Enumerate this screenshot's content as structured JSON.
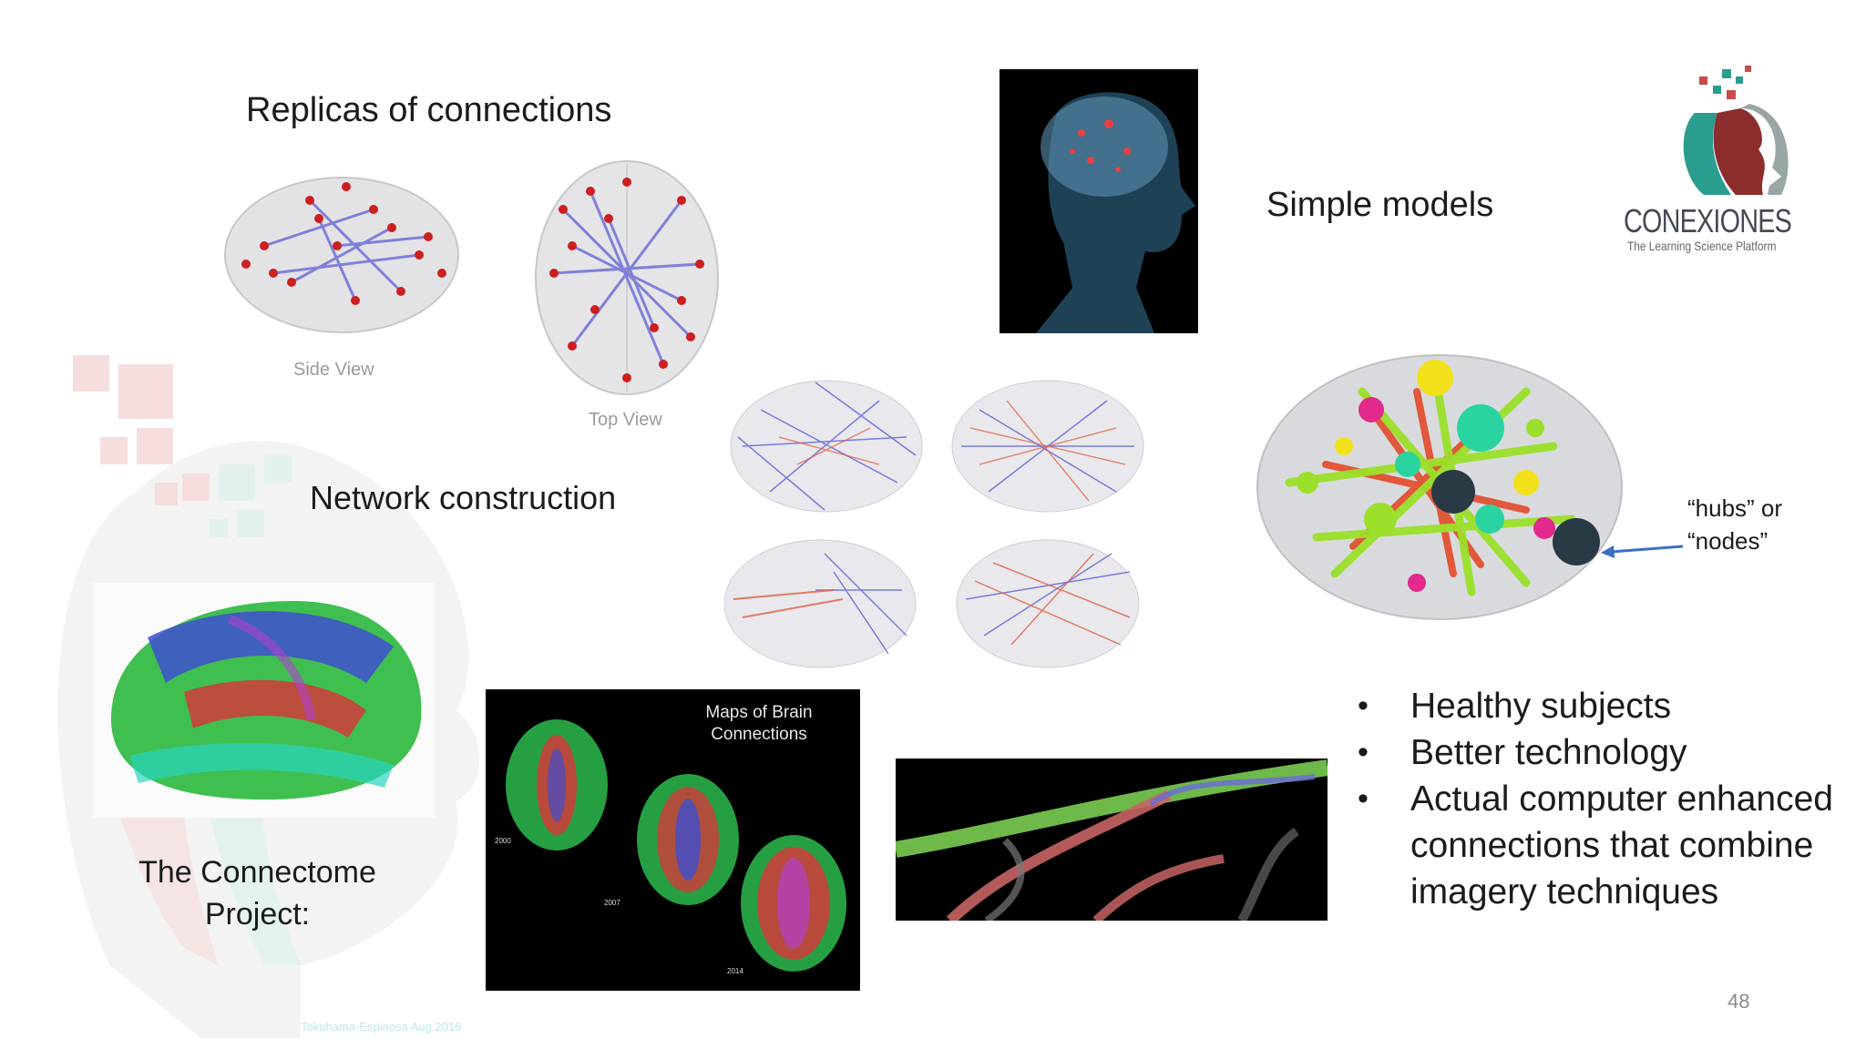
{
  "slide": {
    "heading_replicas": "Replicas of connections",
    "heading_simple": "Simple models",
    "heading_network": "Network construction",
    "connectome_label_line1": "The Connectome",
    "connectome_label_line2": "Project:",
    "side_view_caption": "Side View",
    "top_view_caption": "Top View",
    "maps_title_line1": "Maps of Brain",
    "maps_title_line2": "Connections",
    "maps_years": [
      "2000",
      "2007",
      "2014"
    ],
    "hubs_label_line1": "“hubs” or",
    "hubs_label_line2": "“nodes”",
    "bullets": [
      "Healthy subjects",
      "Better technology",
      "Actual computer enhanced connections that combine imagery techniques"
    ],
    "logo_name": "CONEXIONES",
    "logo_tagline": "The Learning Science Platform",
    "footer": "Tokuhama-Espinosa Aug 2016",
    "page_number": "48"
  },
  "colors": {
    "teal": "#2a9d8f",
    "dark_red": "#8b2d2d",
    "arrow_blue": "#3a6fc4",
    "node_red": "#cc1f1f",
    "edge_blue": "#6f6fd8"
  }
}
